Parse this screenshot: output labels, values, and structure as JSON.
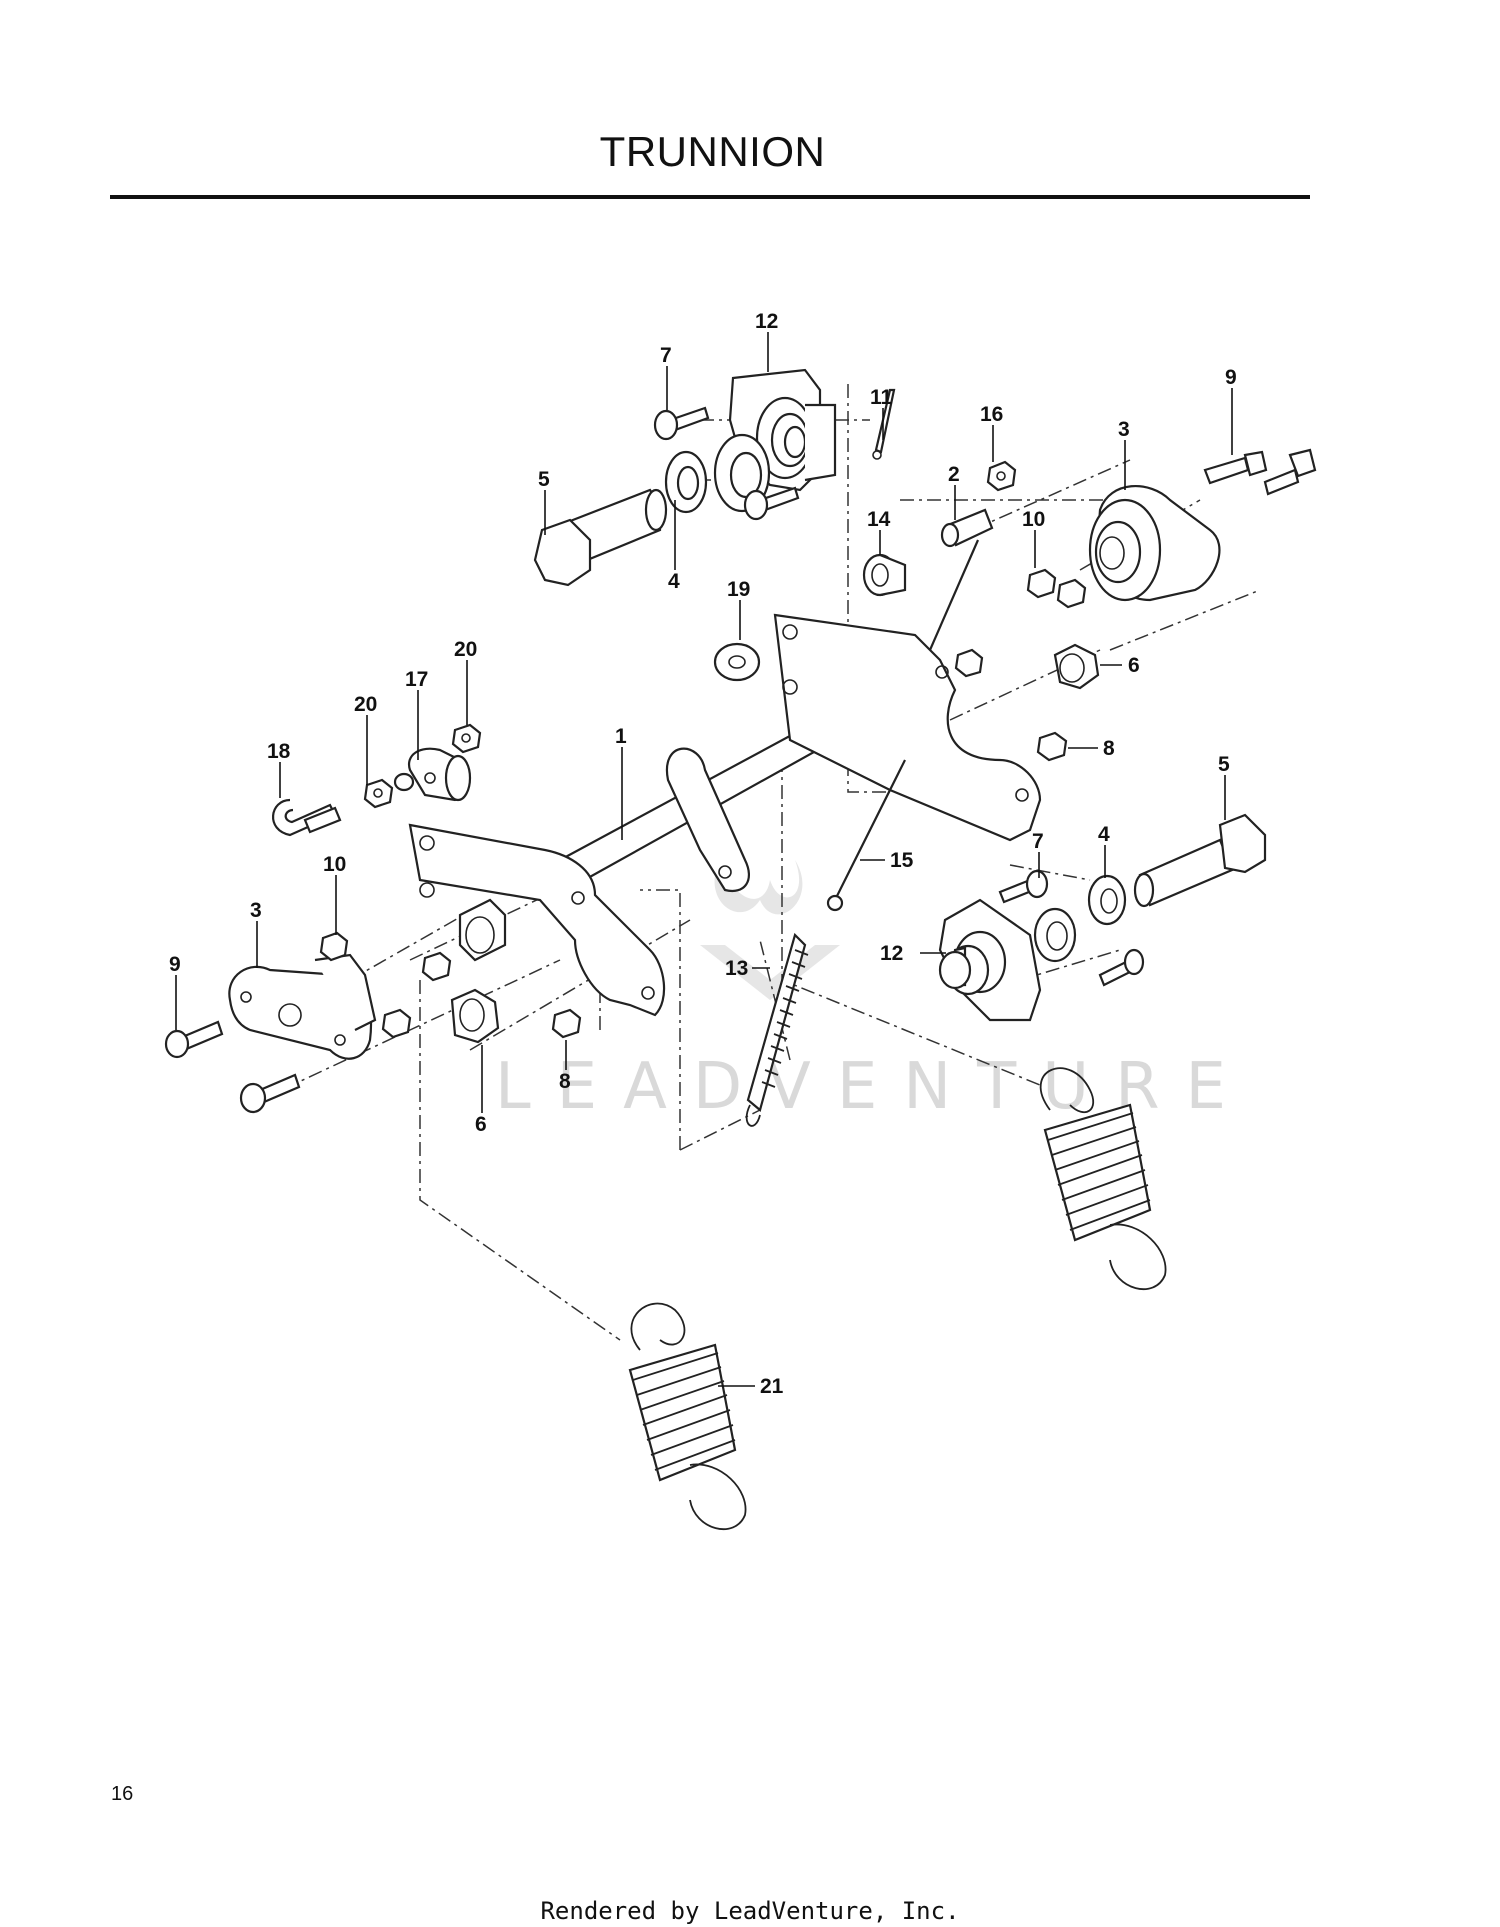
{
  "title": "TRUNNION",
  "page_number": "16",
  "footer": "Rendered by LeadVenture, Inc.",
  "watermark": "LEADVENTURE",
  "callouts": [
    {
      "id": "c12a",
      "label": "12"
    },
    {
      "id": "c7a",
      "label": "7"
    },
    {
      "id": "c11",
      "label": "11"
    },
    {
      "id": "c16",
      "label": "16"
    },
    {
      "id": "c9a",
      "label": "9"
    },
    {
      "id": "c3a",
      "label": "3"
    },
    {
      "id": "c5a",
      "label": "5"
    },
    {
      "id": "c2",
      "label": "2"
    },
    {
      "id": "c10a",
      "label": "10"
    },
    {
      "id": "c14",
      "label": "14"
    },
    {
      "id": "c4a",
      "label": "4"
    },
    {
      "id": "c19",
      "label": "19"
    },
    {
      "id": "c20a",
      "label": "20"
    },
    {
      "id": "c17",
      "label": "17"
    },
    {
      "id": "c6a",
      "label": "6"
    },
    {
      "id": "c20b",
      "label": "20"
    },
    {
      "id": "c18",
      "label": "18"
    },
    {
      "id": "c1",
      "label": "1"
    },
    {
      "id": "c8a",
      "label": "8"
    },
    {
      "id": "c5b",
      "label": "5"
    },
    {
      "id": "c10b",
      "label": "10"
    },
    {
      "id": "c7b",
      "label": "7"
    },
    {
      "id": "c4b",
      "label": "4"
    },
    {
      "id": "c15",
      "label": "15"
    },
    {
      "id": "c3b",
      "label": "3"
    },
    {
      "id": "c9b",
      "label": "9"
    },
    {
      "id": "c12b",
      "label": "12"
    },
    {
      "id": "c13",
      "label": "13"
    },
    {
      "id": "c8b",
      "label": "8"
    },
    {
      "id": "c6b",
      "label": "6"
    },
    {
      "id": "c21",
      "label": "21"
    }
  ]
}
